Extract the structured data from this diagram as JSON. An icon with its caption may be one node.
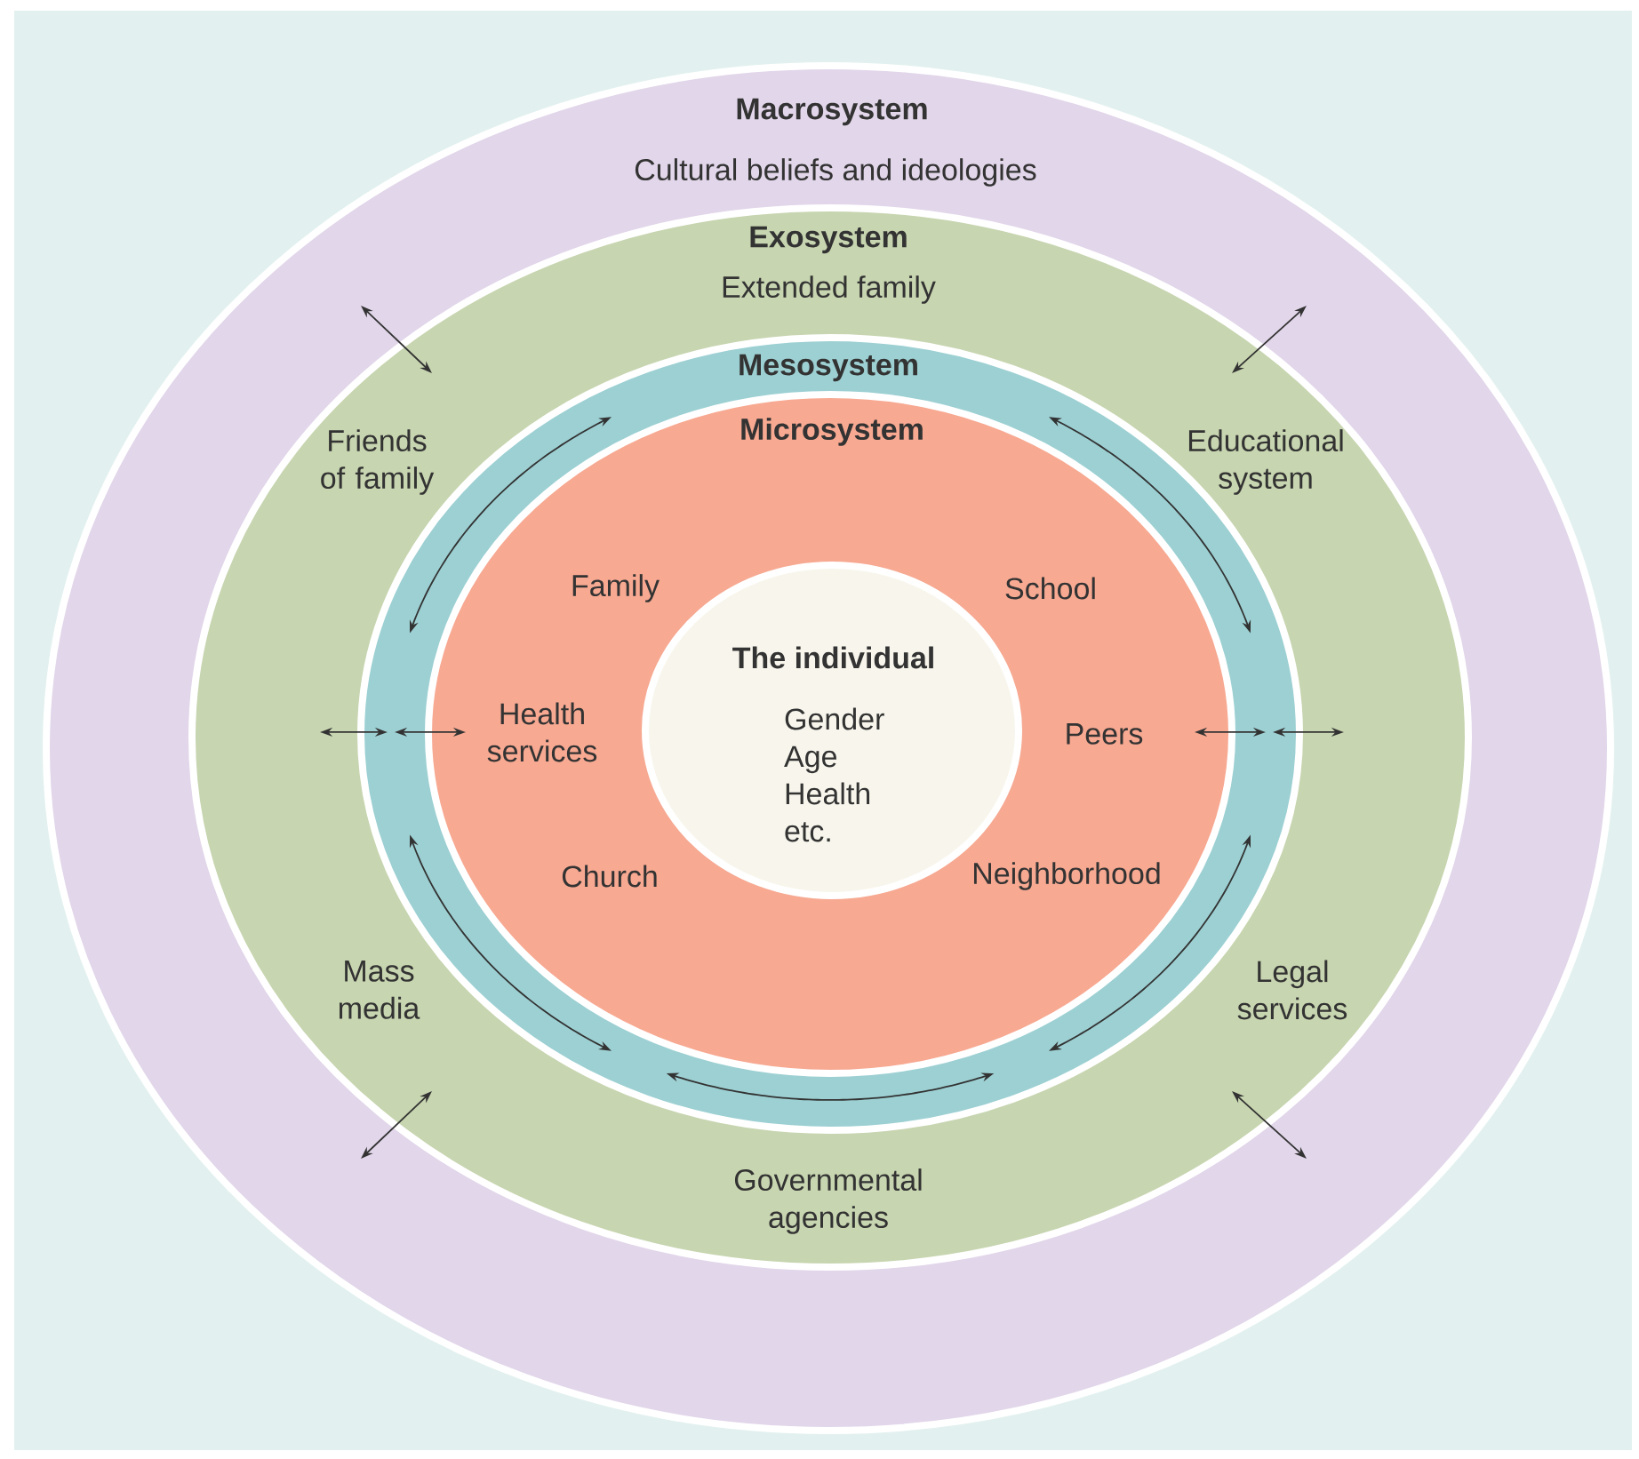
{
  "diagram": {
    "nodes": [
      {
        "text": [
          "Macrosystem",
          "Cultural beliefs and ideologies"
        ]
      },
      {
        "text": [
          "Exosystem",
          "Extended family",
          "Friends of family",
          "Educational system",
          "Mass media",
          "Legal services",
          "Governmental agencies"
        ],
        "in": 0
      },
      {
        "text": [
          "Mesosystem"
        ],
        "in": 1
      },
      {
        "text": [
          "Microsystem",
          "Family",
          "School",
          "Health services",
          "Peers",
          "Church",
          "Neighborhood"
        ],
        "in": 2
      },
      {
        "text": [
          "The individual",
          "Gender Age Health etc."
        ],
        "in": 3
      }
    ]
  }
}
